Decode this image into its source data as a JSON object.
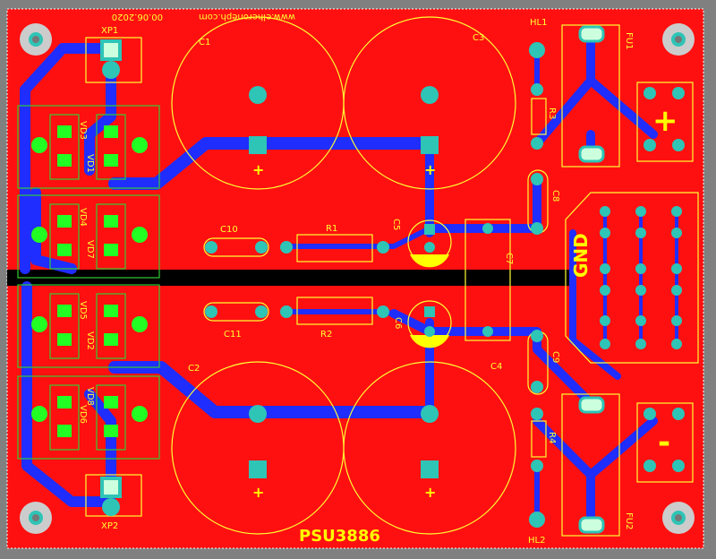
{
  "board": {
    "name": "PSU3886",
    "url": "www.elheroneph.com",
    "date": "00.06.2020",
    "gnd_label": "GND",
    "plus_label": "+",
    "minus_label": "-",
    "colors": {
      "background": "#808080",
      "copper": "#ff0000",
      "trace": "#1a2cff",
      "silk": "#ffff00",
      "pad": "#2ec4b6",
      "smd": "#00ff00",
      "outline": "#00ff00",
      "split": "#000000"
    }
  },
  "designators": {
    "XP1": "XP1",
    "XP2": "XP2",
    "C1": "C1",
    "C2": "C2",
    "C3": "C3",
    "C4": "C4",
    "C5": "C5",
    "C6": "C6",
    "C7": "C7",
    "C8": "C8",
    "C9": "C9",
    "C10": "C10",
    "C11": "C11",
    "R1": "R1",
    "R2": "R2",
    "R3": "R3",
    "R4": "R4",
    "HL1": "HL1",
    "HL2": "HL2",
    "FU1": "FU1",
    "FU2": "FU2",
    "VD1": "VD1",
    "VD2": "VD2",
    "VD3": "VD3",
    "VD4": "VD4",
    "VD5": "VD5",
    "VD6": "VD6",
    "VD7": "VD7",
    "VD8": "VD8"
  }
}
